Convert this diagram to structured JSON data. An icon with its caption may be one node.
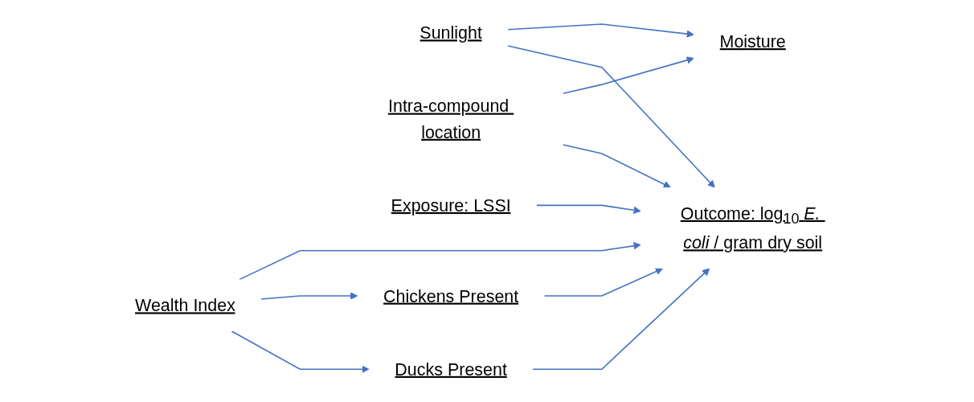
{
  "diagram": {
    "nodes": [
      {
        "text": [
          "Sunlight"
        ]
      },
      {
        "text": [
          "Moisture"
        ]
      },
      {
        "text": [
          "Intra-compound location"
        ]
      },
      {
        "text": [
          "Exposure: LSSI"
        ]
      },
      {
        "text": [
          "Wealth Index"
        ]
      },
      {
        "text": [
          "Chickens Present"
        ]
      },
      {
        "text": [
          "Ducks Present"
        ]
      },
      {
        "text": [
          "Outcome: log$_{10}$ *E. coli* / gram dry soil"
        ]
      }
    ],
    "edges": [
      {
        "from": 0,
        "to": 1,
        "arrow": "to"
      },
      {
        "from": 2,
        "to": 1,
        "arrow": "to"
      },
      {
        "from": 0,
        "to": 7,
        "arrow": "to"
      },
      {
        "from": 2,
        "to": 7,
        "arrow": "to"
      },
      {
        "from": 3,
        "to": 7,
        "arrow": "to"
      },
      {
        "from": 4,
        "to": 7,
        "arrow": "to"
      },
      {
        "from": 4,
        "to": 5,
        "arrow": "to"
      },
      {
        "from": 4,
        "to": 6,
        "arrow": "to"
      },
      {
        "from": 5,
        "to": 7,
        "arrow": "to"
      },
      {
        "from": 6,
        "to": 7,
        "arrow": "to"
      }
    ]
  }
}
